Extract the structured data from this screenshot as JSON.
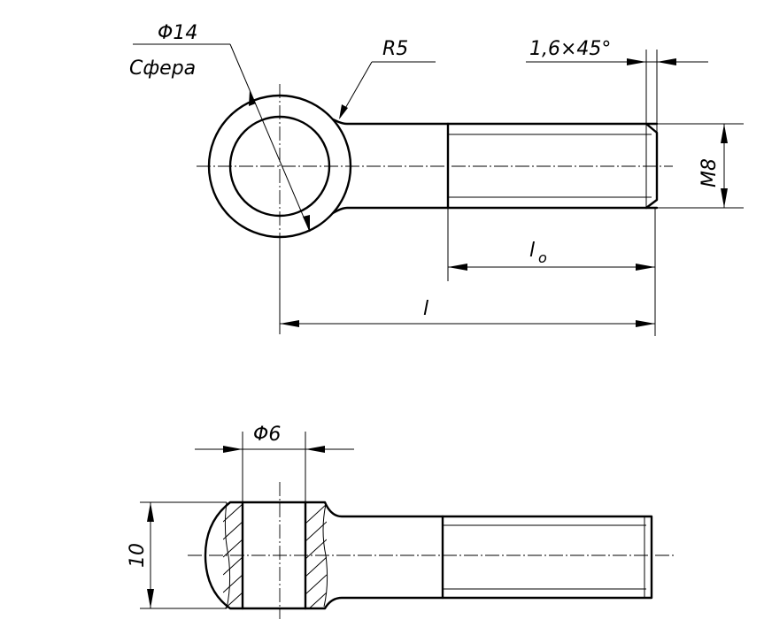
{
  "labels": {
    "sphere_diameter": "Φ14",
    "sphere_word": "Сфера",
    "radius": "R5",
    "chamfer": "1,6×45°",
    "thread": "M8",
    "thread_length": "l",
    "thread_length_sub": "o",
    "total_length": "l",
    "hole_diameter": "Φ6",
    "head_width": "10"
  }
}
